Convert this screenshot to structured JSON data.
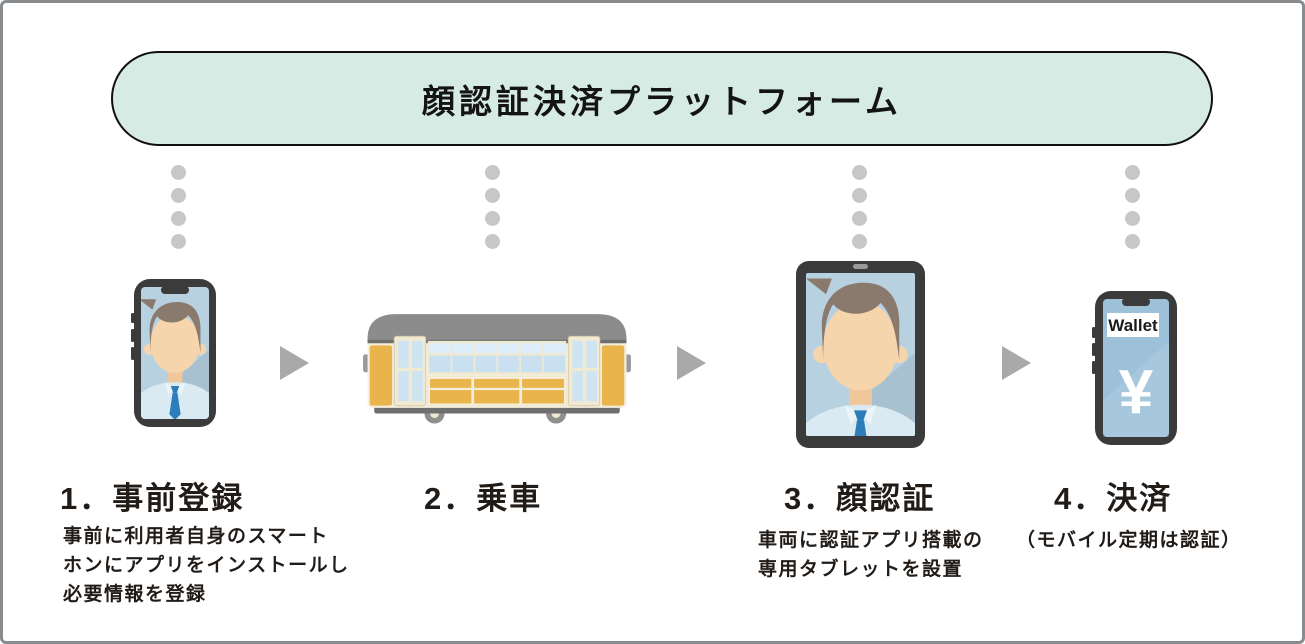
{
  "header": {
    "title": "顔認証決済プラットフォーム"
  },
  "steps": [
    {
      "label": "1．事前登録",
      "desc_lines": [
        "事前に利用者自身のスマート",
        "ホンにアプリをインストールし",
        "必要情報を登録"
      ],
      "illustration": "smartphone-with-face"
    },
    {
      "label": "2．乗車",
      "desc_lines": [],
      "illustration": "tram"
    },
    {
      "label": "3．顔認証",
      "desc_lines": [
        "車両に認証アプリ搭載の",
        "専用タブレットを設置"
      ],
      "illustration": "tablet-with-face"
    },
    {
      "label": "4．決済",
      "desc_lines": [
        "（モバイル定期は認証）"
      ],
      "illustration": "wallet-smartphone"
    }
  ],
  "wallet_phone": {
    "app_label": "Wallet",
    "currency_symbol": "¥"
  },
  "icons": {
    "flow_arrow": "right-triangle-arrow",
    "connector": "vertical-dotted-line"
  },
  "colors": {
    "banner_bg": "#d6ebe4",
    "banner_border": "#101010",
    "dot_gray": "#c7c7c7",
    "arrow_gray": "#a9a9a9",
    "device_frame": "#3b3b3b",
    "screen_blue": "#b7d1e1",
    "wallet_screen_blue": "#9dc1d9",
    "tram_yellow": "#e9b44c",
    "tram_cream": "#f4eedd",
    "roof_gray": "#8c8c8c",
    "tie_blue": "#2e7dbb",
    "hair_brown": "#8a796d",
    "skin": "#f6d5ac",
    "text_dark": "#221c18"
  }
}
